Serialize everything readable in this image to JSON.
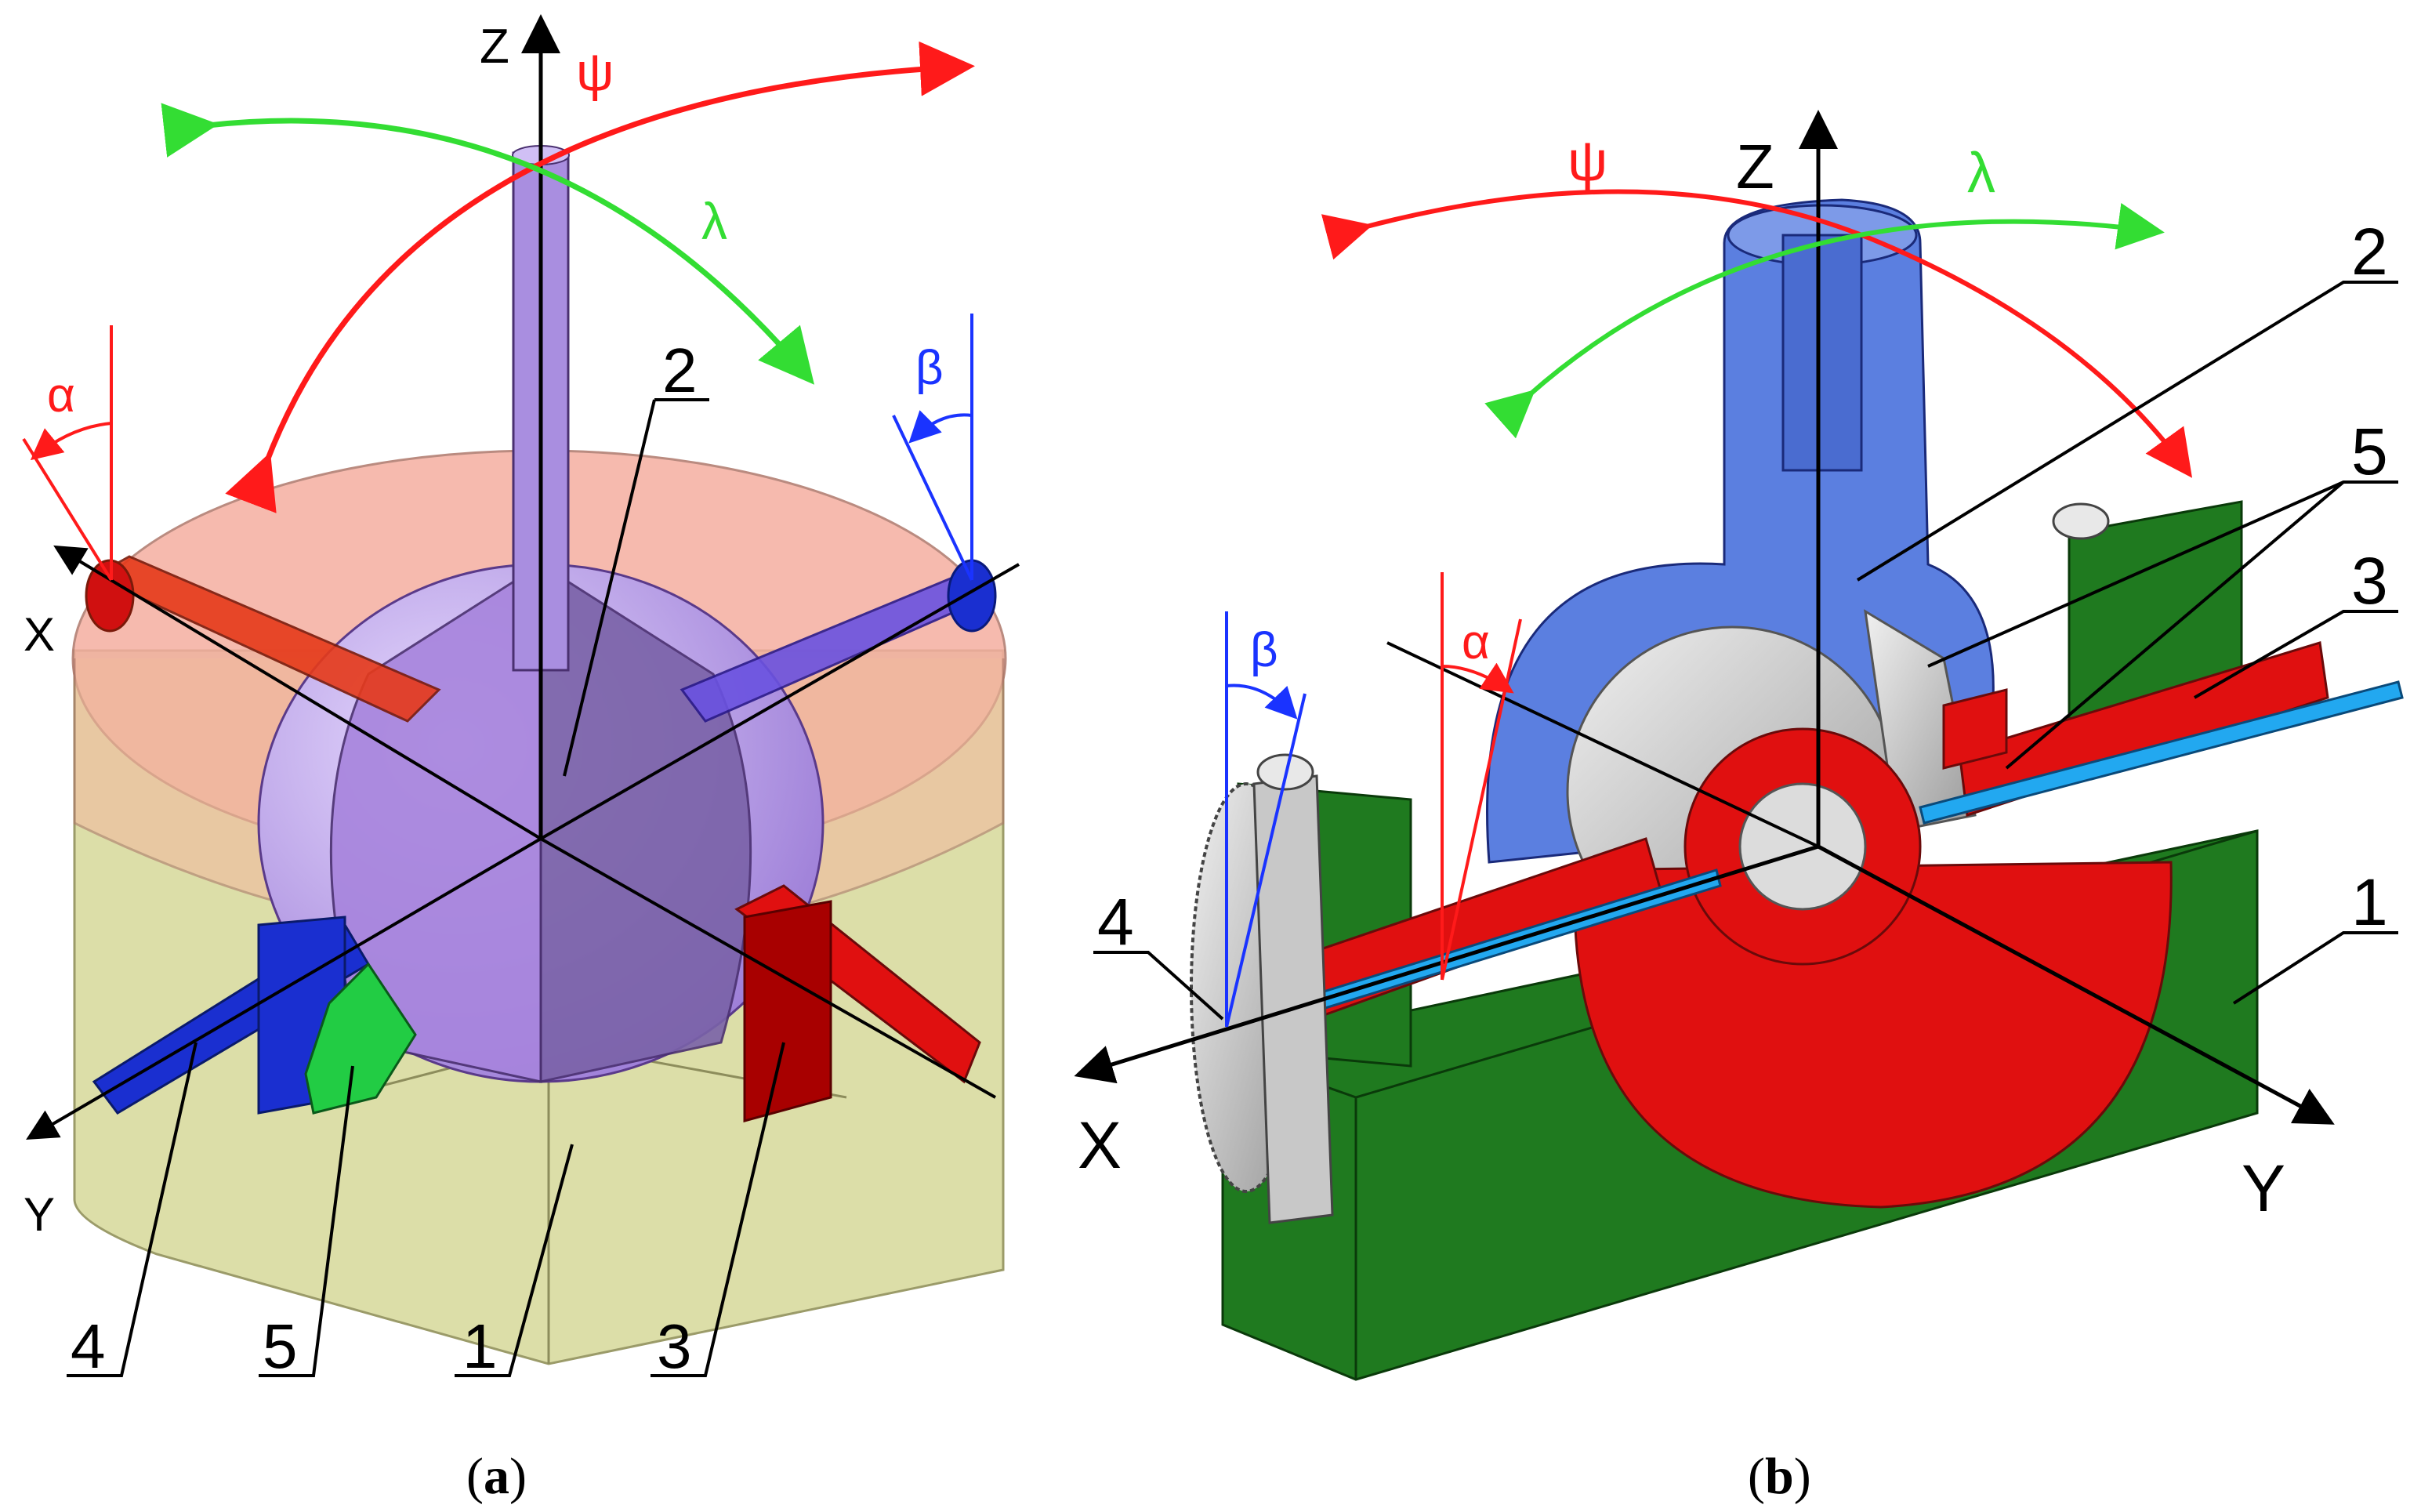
{
  "panel_a": {
    "axes": {
      "z": "Z",
      "x": "X",
      "y": "Y"
    },
    "angles": {
      "psi": "ψ",
      "lambda": "λ",
      "alpha": "α",
      "beta": "β"
    },
    "callouts": {
      "c1": "1",
      "c2": "2",
      "c3": "3",
      "c4": "4",
      "c5": "5"
    },
    "caption": {
      "open": "(",
      "letter": "a",
      "close": ")"
    }
  },
  "panel_b": {
    "axes": {
      "z": "Z",
      "x": "X",
      "y": "Y"
    },
    "angles": {
      "psi": "ψ",
      "lambda": "λ",
      "alpha": "α",
      "beta": "β"
    },
    "callouts": {
      "c1": "1",
      "c2": "2",
      "c3": "3",
      "c4": "4",
      "c5": "5"
    },
    "caption": {
      "open": "(",
      "letter": "b",
      "close": ")"
    }
  },
  "colors": {
    "psi": "#ff1a1a",
    "lambda": "#33dd33",
    "beta": "#1a33ff",
    "housing_top": "#f2a090",
    "housing_bottom": "#d6d99a",
    "sphere": "#b99ae6",
    "link_red": "#e01010",
    "link_blue": "#1a2fd0",
    "link_green": "#22cc44",
    "base_green": "#1f7a1f",
    "carrier_blue": "#5b7fe0",
    "shaft_cyan": "#22a8f0",
    "gear_grey": "#c8c8c8"
  }
}
